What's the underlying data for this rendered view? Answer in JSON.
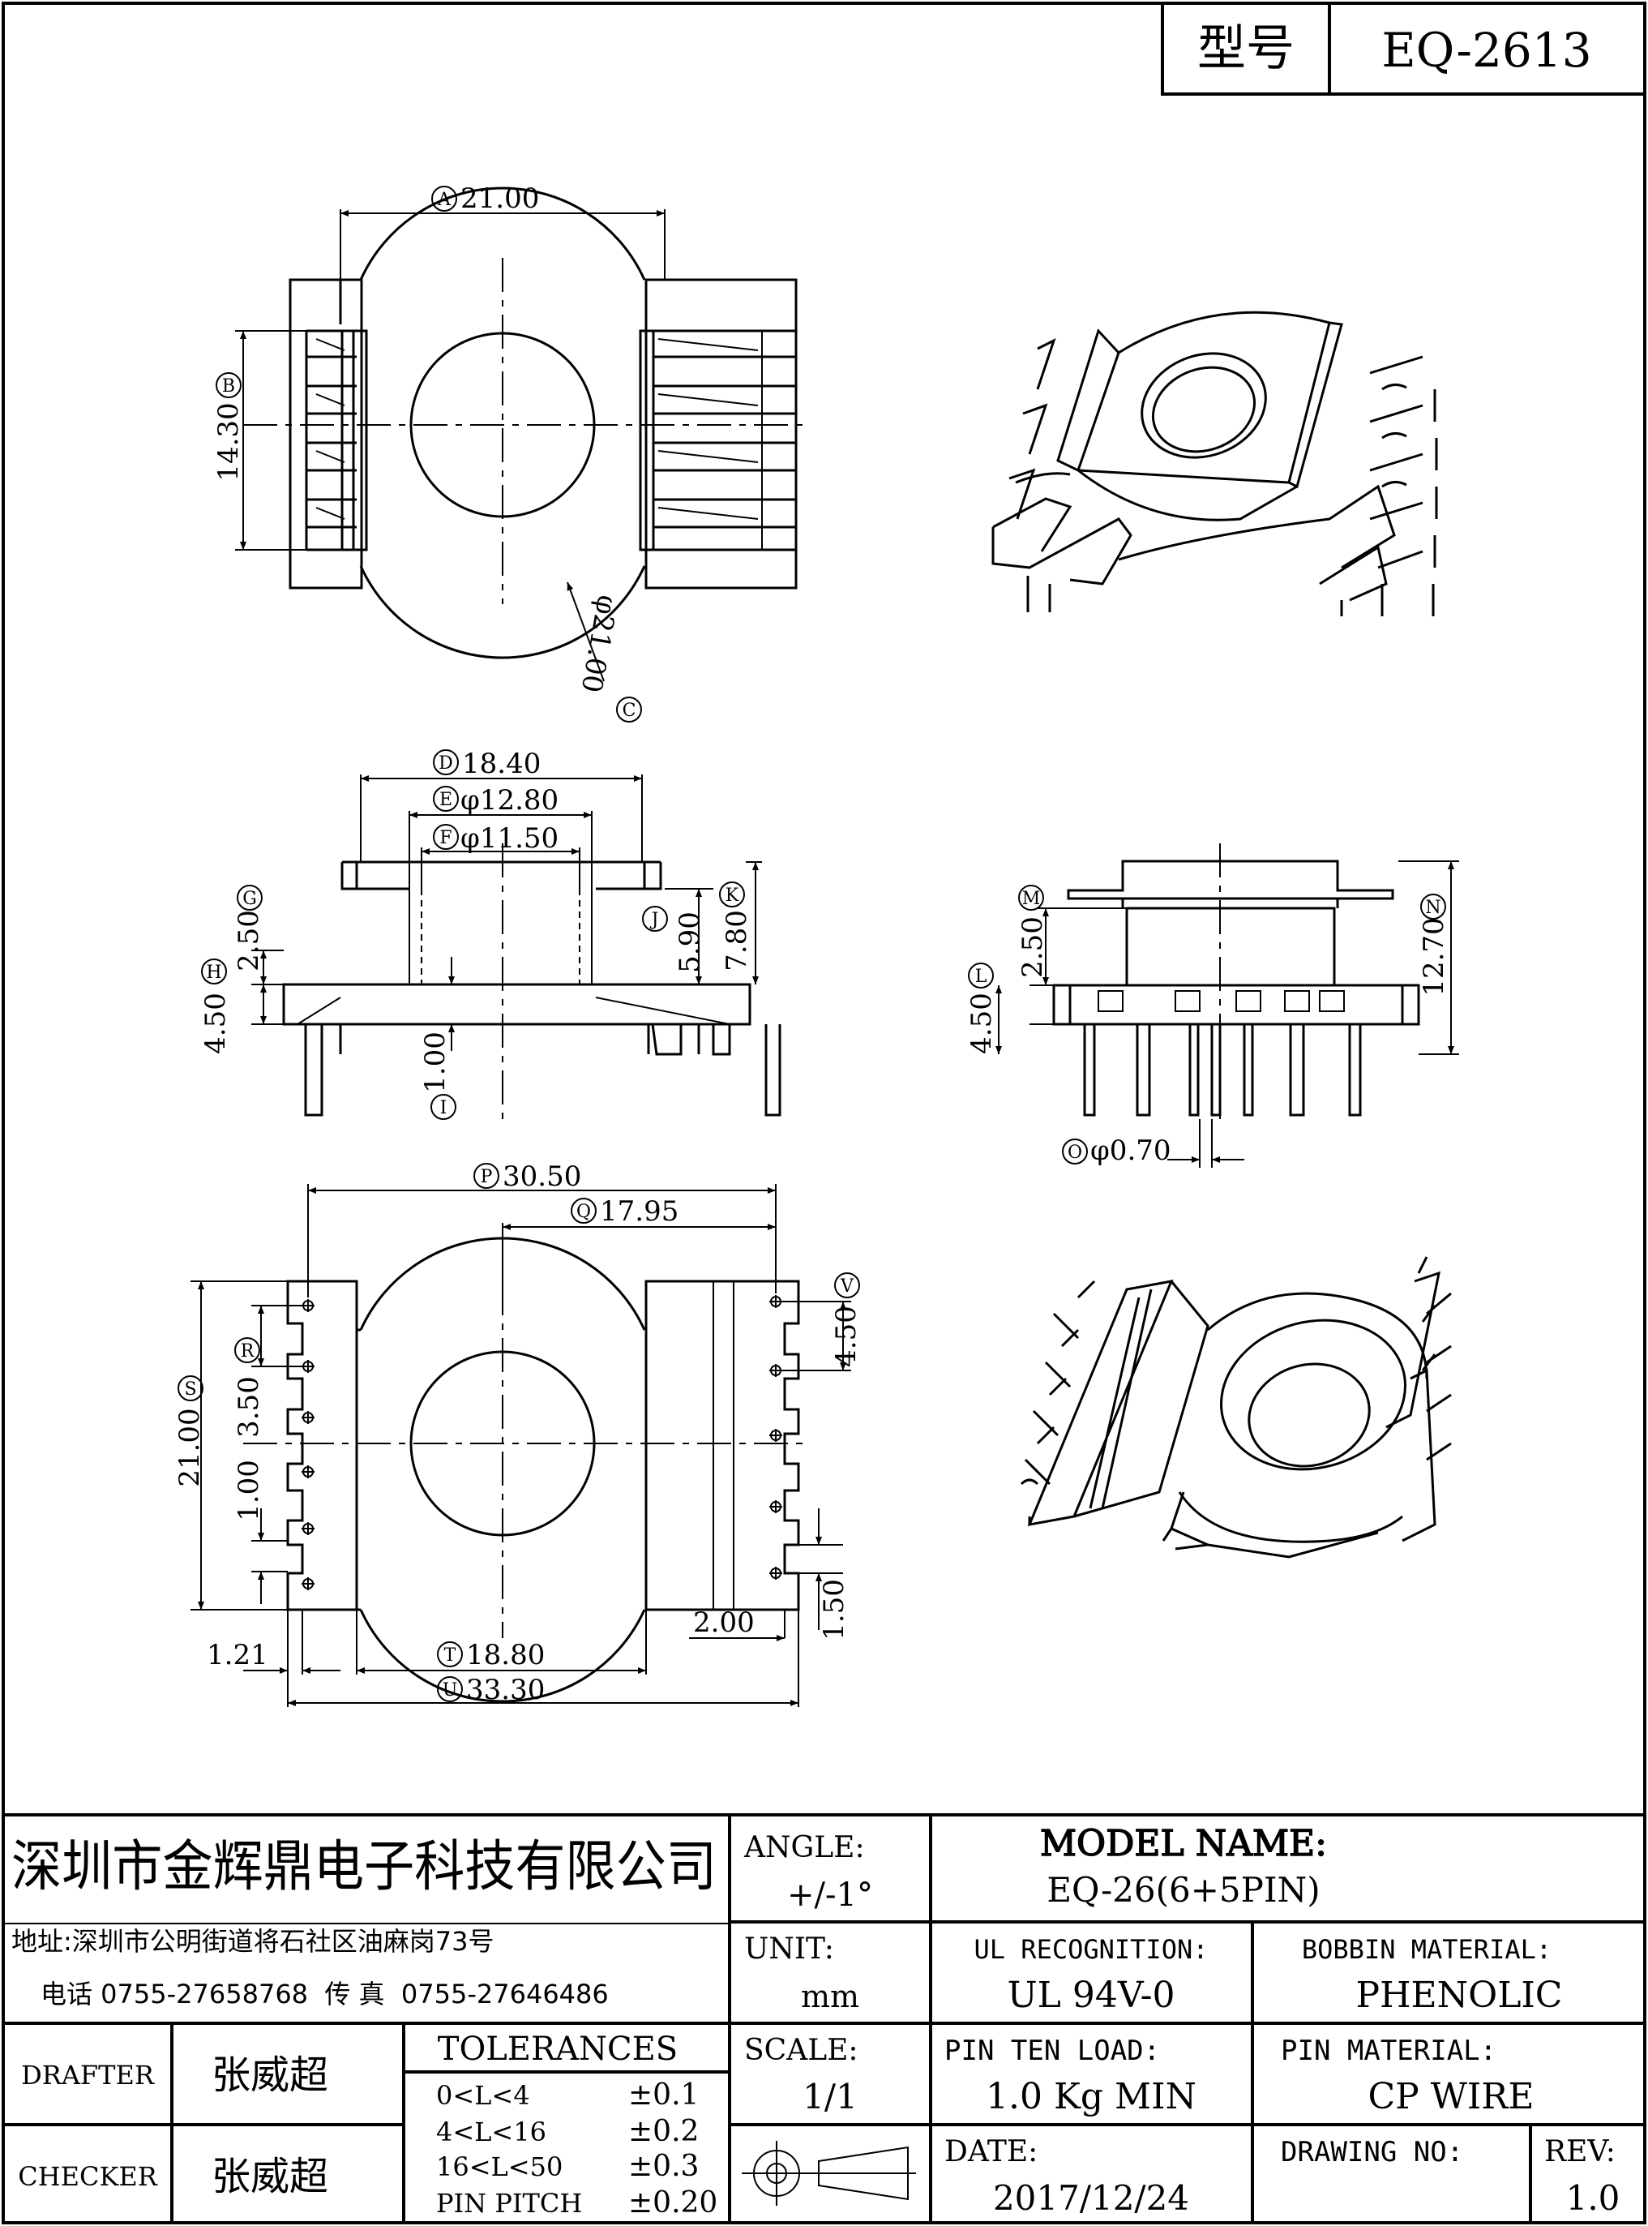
{
  "header": {
    "model_label": "型号",
    "model_value": "EQ-2613"
  },
  "dimensions": {
    "A": {
      "id": "A",
      "value": "21.00"
    },
    "B": {
      "id": "B",
      "value": "14.30"
    },
    "C": {
      "id": "C",
      "value": "φ21.00"
    },
    "D": {
      "id": "D",
      "value": "18.40"
    },
    "E": {
      "id": "E",
      "value": "φ12.80"
    },
    "F": {
      "id": "F",
      "value": "φ11.50"
    },
    "G": {
      "id": "G",
      "value": "2.50"
    },
    "H": {
      "id": "H",
      "value": "4.50"
    },
    "I": {
      "id": "I",
      "value": "1.00"
    },
    "J": {
      "id": "J",
      "value": "5.90"
    },
    "K": {
      "id": "K",
      "value": "7.80"
    },
    "L": {
      "id": "L",
      "value": "4.50"
    },
    "M": {
      "id": "M",
      "value": "2.50"
    },
    "N": {
      "id": "N",
      "value": "12.70"
    },
    "O": {
      "id": "O",
      "value": "φ0.70"
    },
    "P": {
      "id": "P",
      "value": "30.50"
    },
    "Q": {
      "id": "Q",
      "value": "17.95"
    },
    "R": {
      "id": "R",
      "value": "3.50"
    },
    "S": {
      "id": "S",
      "value": "21.00"
    },
    "T": {
      "id": "T",
      "value": "18.80"
    },
    "U": {
      "id": "U",
      "value": "33.30"
    },
    "V": {
      "id": "V",
      "value": "4.50"
    },
    "extra_1_00": "1.00",
    "extra_1_21": "1.21",
    "extra_2_00": "2.00",
    "extra_1_50": "1.50"
  },
  "title_block": {
    "company": "深圳市金辉鼎电子科技有限公司",
    "address": "地址:深圳市公明街道将石社区油麻岗73号",
    "phone": "电话 0755-27658768  传 真  0755-27646486",
    "angle_label": "ANGLE:",
    "angle_value": "+/-1°",
    "model_name_label": "MODEL NAME:",
    "model_name_value": "EQ-26(6+5PIN)",
    "unit_label": "UNIT:",
    "unit_value": "mm",
    "ul_label": "UL RECOGNITION:",
    "ul_value": "UL 94V-0",
    "bobbin_label": "BOBBIN MATERIAL:",
    "bobbin_value": "PHENOLIC",
    "drafter_label": "DRAFTER",
    "drafter_value": "张威超",
    "checker_label": "CHECKER",
    "checker_value": "张威超",
    "tolerances_label": "TOLERANCES",
    "tolerances": [
      {
        "range": "0<L<4",
        "tol": "±0.1"
      },
      {
        "range": "4<L<16",
        "tol": "±0.2"
      },
      {
        "range": "16<L<50",
        "tol": "±0.3"
      },
      {
        "range": "PIN PITCH",
        "tol": "±0.20"
      }
    ],
    "scale_label": "SCALE:",
    "scale_value": "1/1",
    "pin_load_label": "PIN TEN LOAD:",
    "pin_load_value": "1.0 Kg MIN",
    "pin_material_label": "PIN MATERIAL:",
    "pin_material_value": "CP WIRE",
    "date_label": "DATE:",
    "date_value": "2017/12/24",
    "drawing_no_label": "DRAWING NO:",
    "rev_label": "REV:",
    "rev_value": "1.0"
  }
}
